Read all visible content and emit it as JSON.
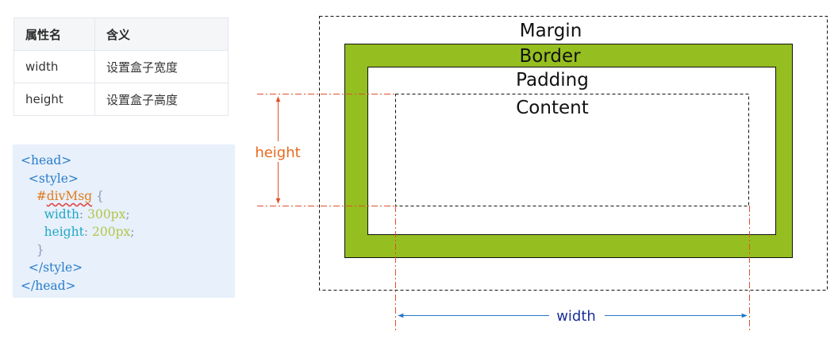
{
  "table": {
    "headers": [
      "属性名",
      "含义"
    ],
    "rows": [
      [
        "width",
        "设置盒子宽度"
      ],
      [
        "height",
        "设置盒子高度"
      ]
    ]
  },
  "code": {
    "line1": "<head>",
    "line2": "<style>",
    "selector_hash": "#",
    "selector_name": "divMsg",
    "open_brace": "{",
    "width_prop": "width",
    "width_val": "300px",
    "height_prop": "height",
    "height_val": "200px",
    "close_brace": "}",
    "line8": "</style>",
    "line9": "</head>",
    "colon": ":",
    "semicolon": ";"
  },
  "diagram": {
    "margin_label": "Margin",
    "border_label": "Border",
    "padding_label": "Padding",
    "content_label": "Content",
    "height_label": "height",
    "width_label": "width",
    "colors": {
      "border_fill": "#95be20",
      "height_dimension": "#e0502b",
      "height_text": "#e66a1f",
      "width_dimension": "#2677c8",
      "width_text": "#1b2f9a"
    }
  }
}
